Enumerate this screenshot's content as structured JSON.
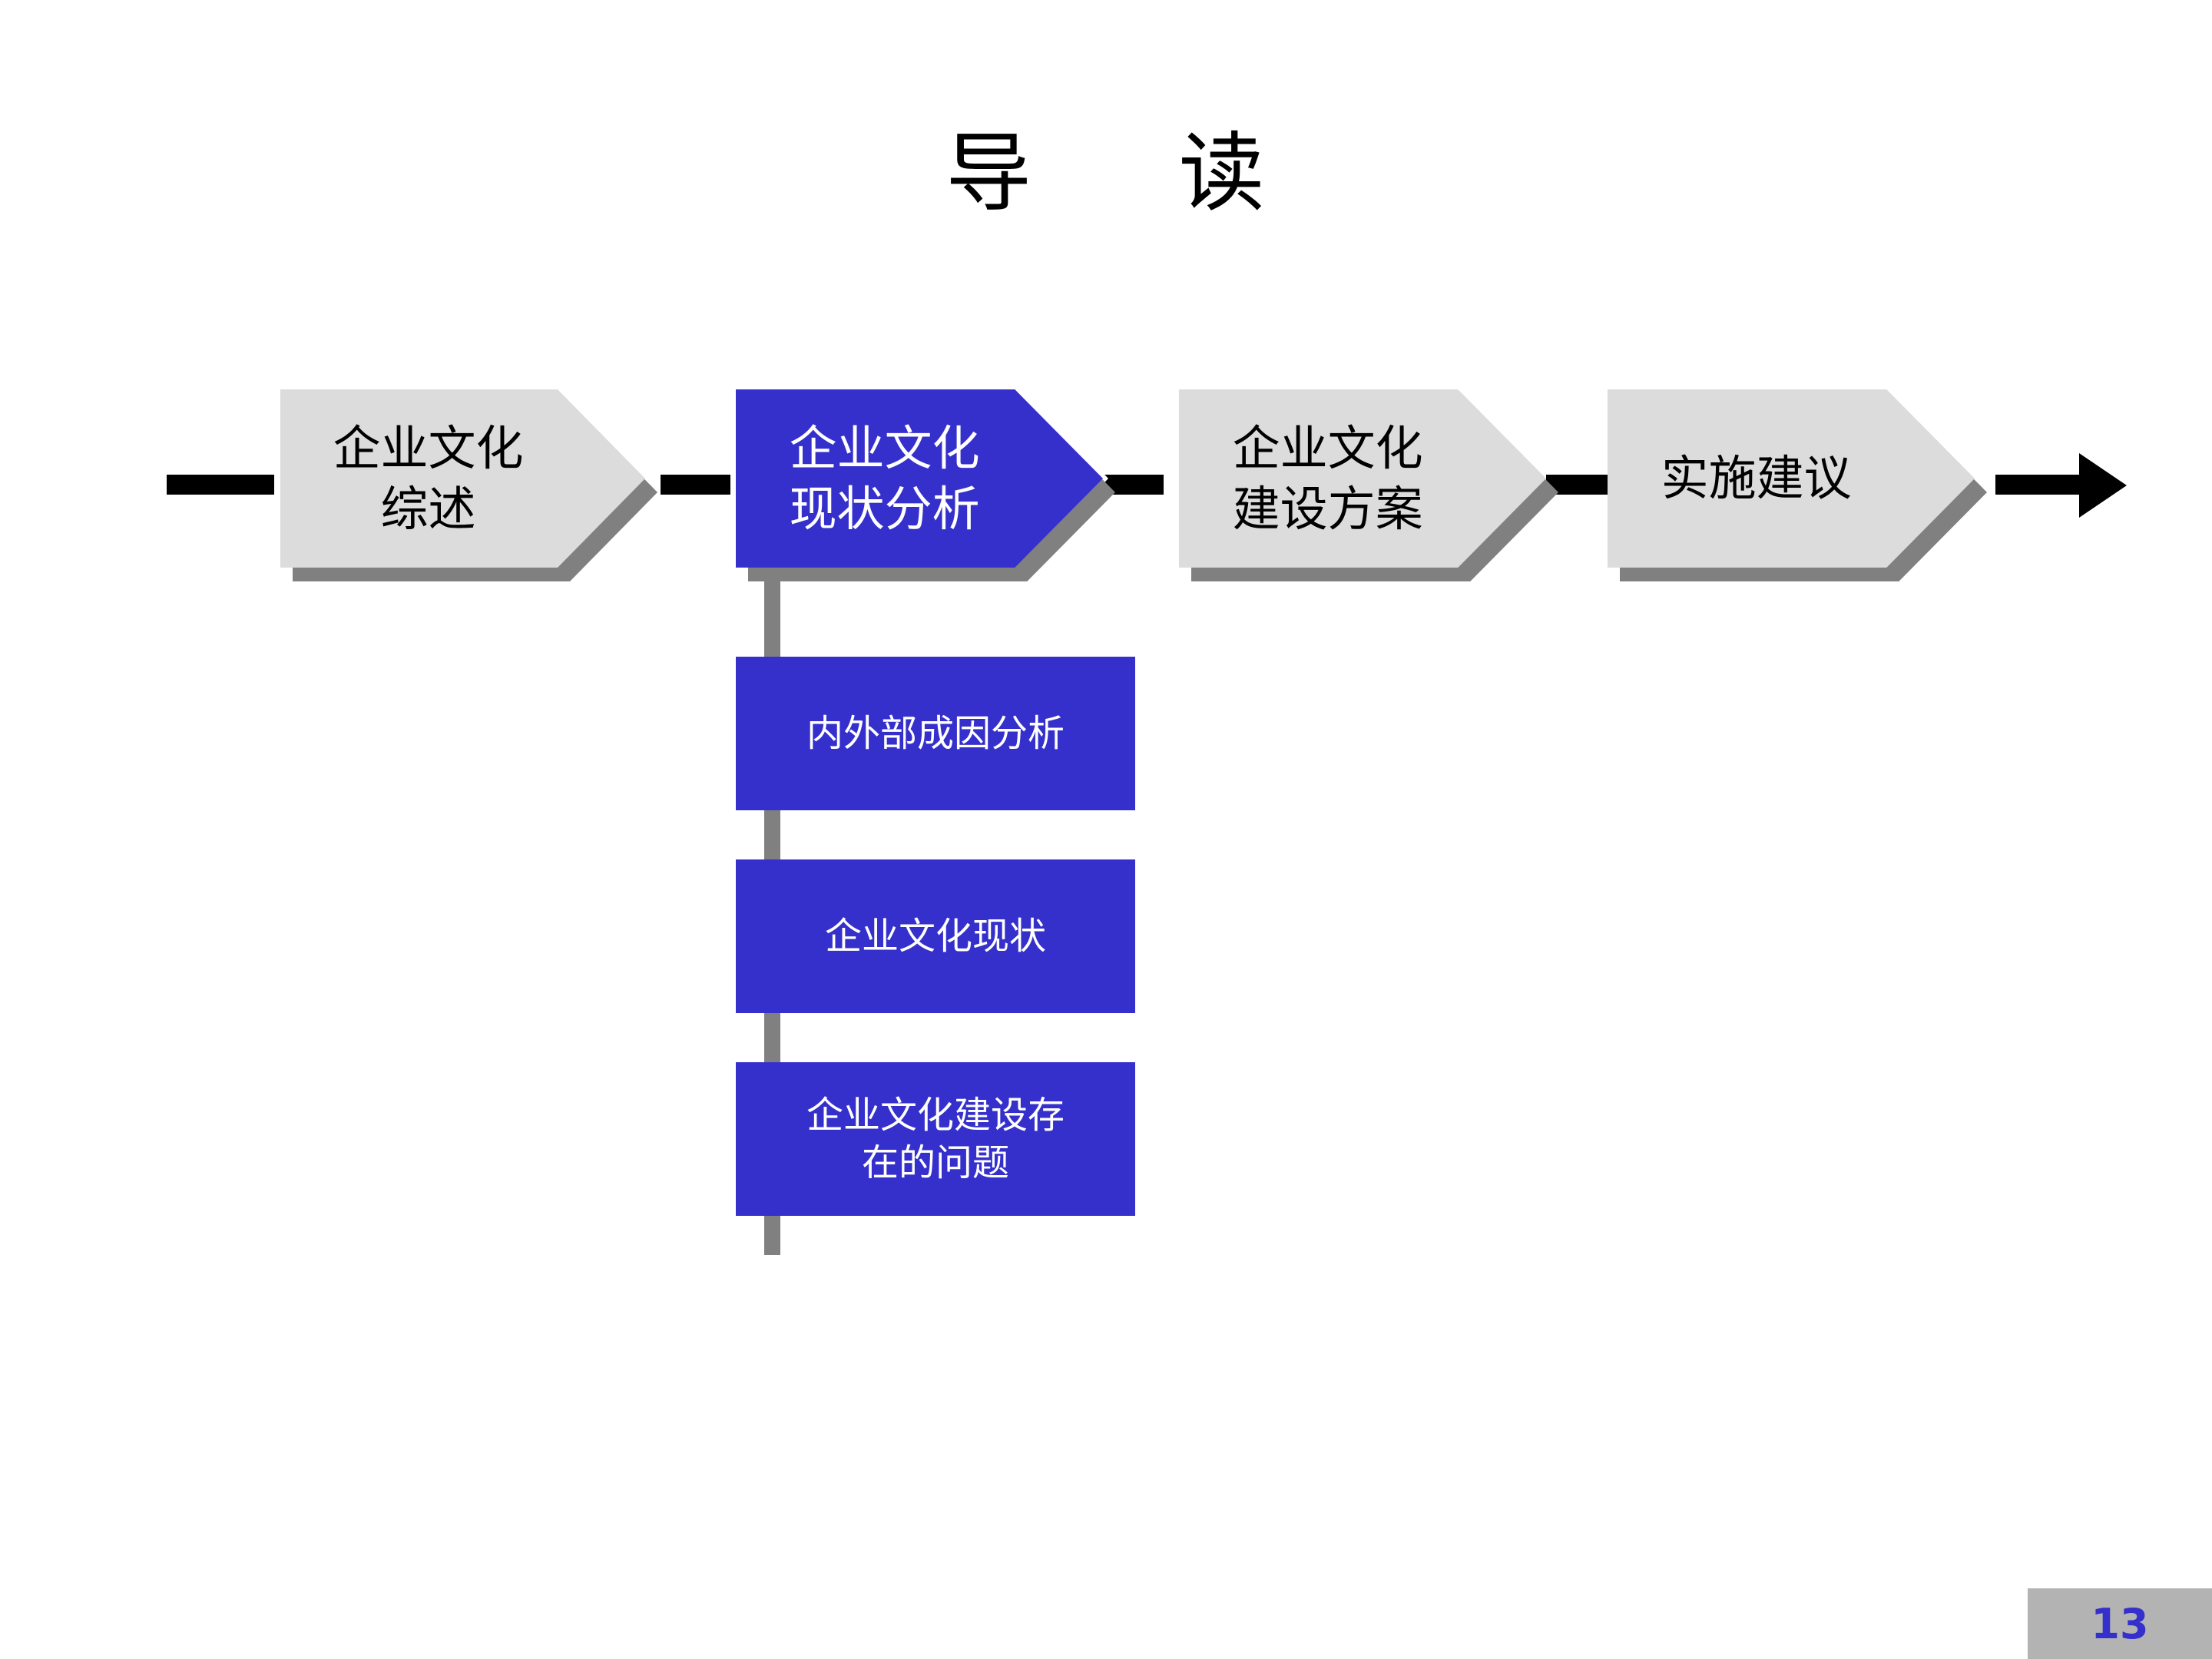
{
  "slide": {
    "title": "导     读",
    "page_number": "13",
    "accent_color": "#3530cc",
    "chevron_fill": "#dcdcdc",
    "shadow_color": "#808080",
    "page_plate_color": "#b3b3b3"
  },
  "flow": {
    "steps": [
      {
        "label": "企业文化\n综述",
        "active": false
      },
      {
        "label": "企业文化\n现状分析",
        "active": true
      },
      {
        "label": "企业文化\n建设方案",
        "active": false
      },
      {
        "label": "实施建议",
        "active": false
      }
    ]
  },
  "subitems": [
    {
      "label": "内外部成因分析"
    },
    {
      "label": "企业文化现状"
    },
    {
      "label": "企业文化建设存\n在的问题"
    }
  ]
}
